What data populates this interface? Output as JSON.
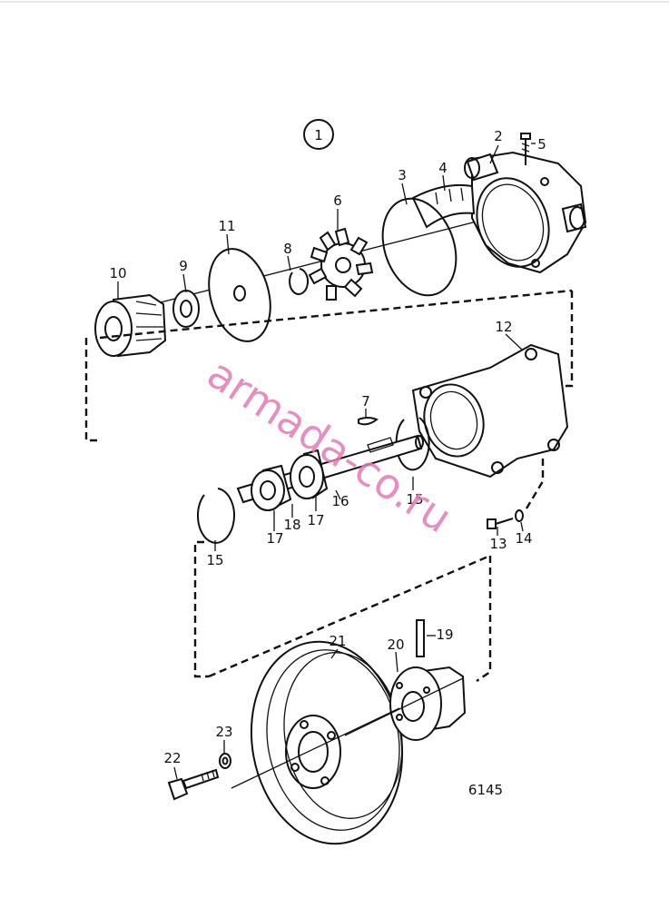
{
  "group_marker": "1",
  "drawing_number": "6145",
  "watermark": "armada-co.ru",
  "callouts": [
    "2",
    "5",
    "3",
    "4",
    "6",
    "11",
    "8",
    "9",
    "10",
    "12",
    "7",
    "16",
    "15",
    "17",
    "18",
    "17",
    "15",
    "13",
    "14",
    "21",
    "20",
    "19",
    "23",
    "22"
  ]
}
